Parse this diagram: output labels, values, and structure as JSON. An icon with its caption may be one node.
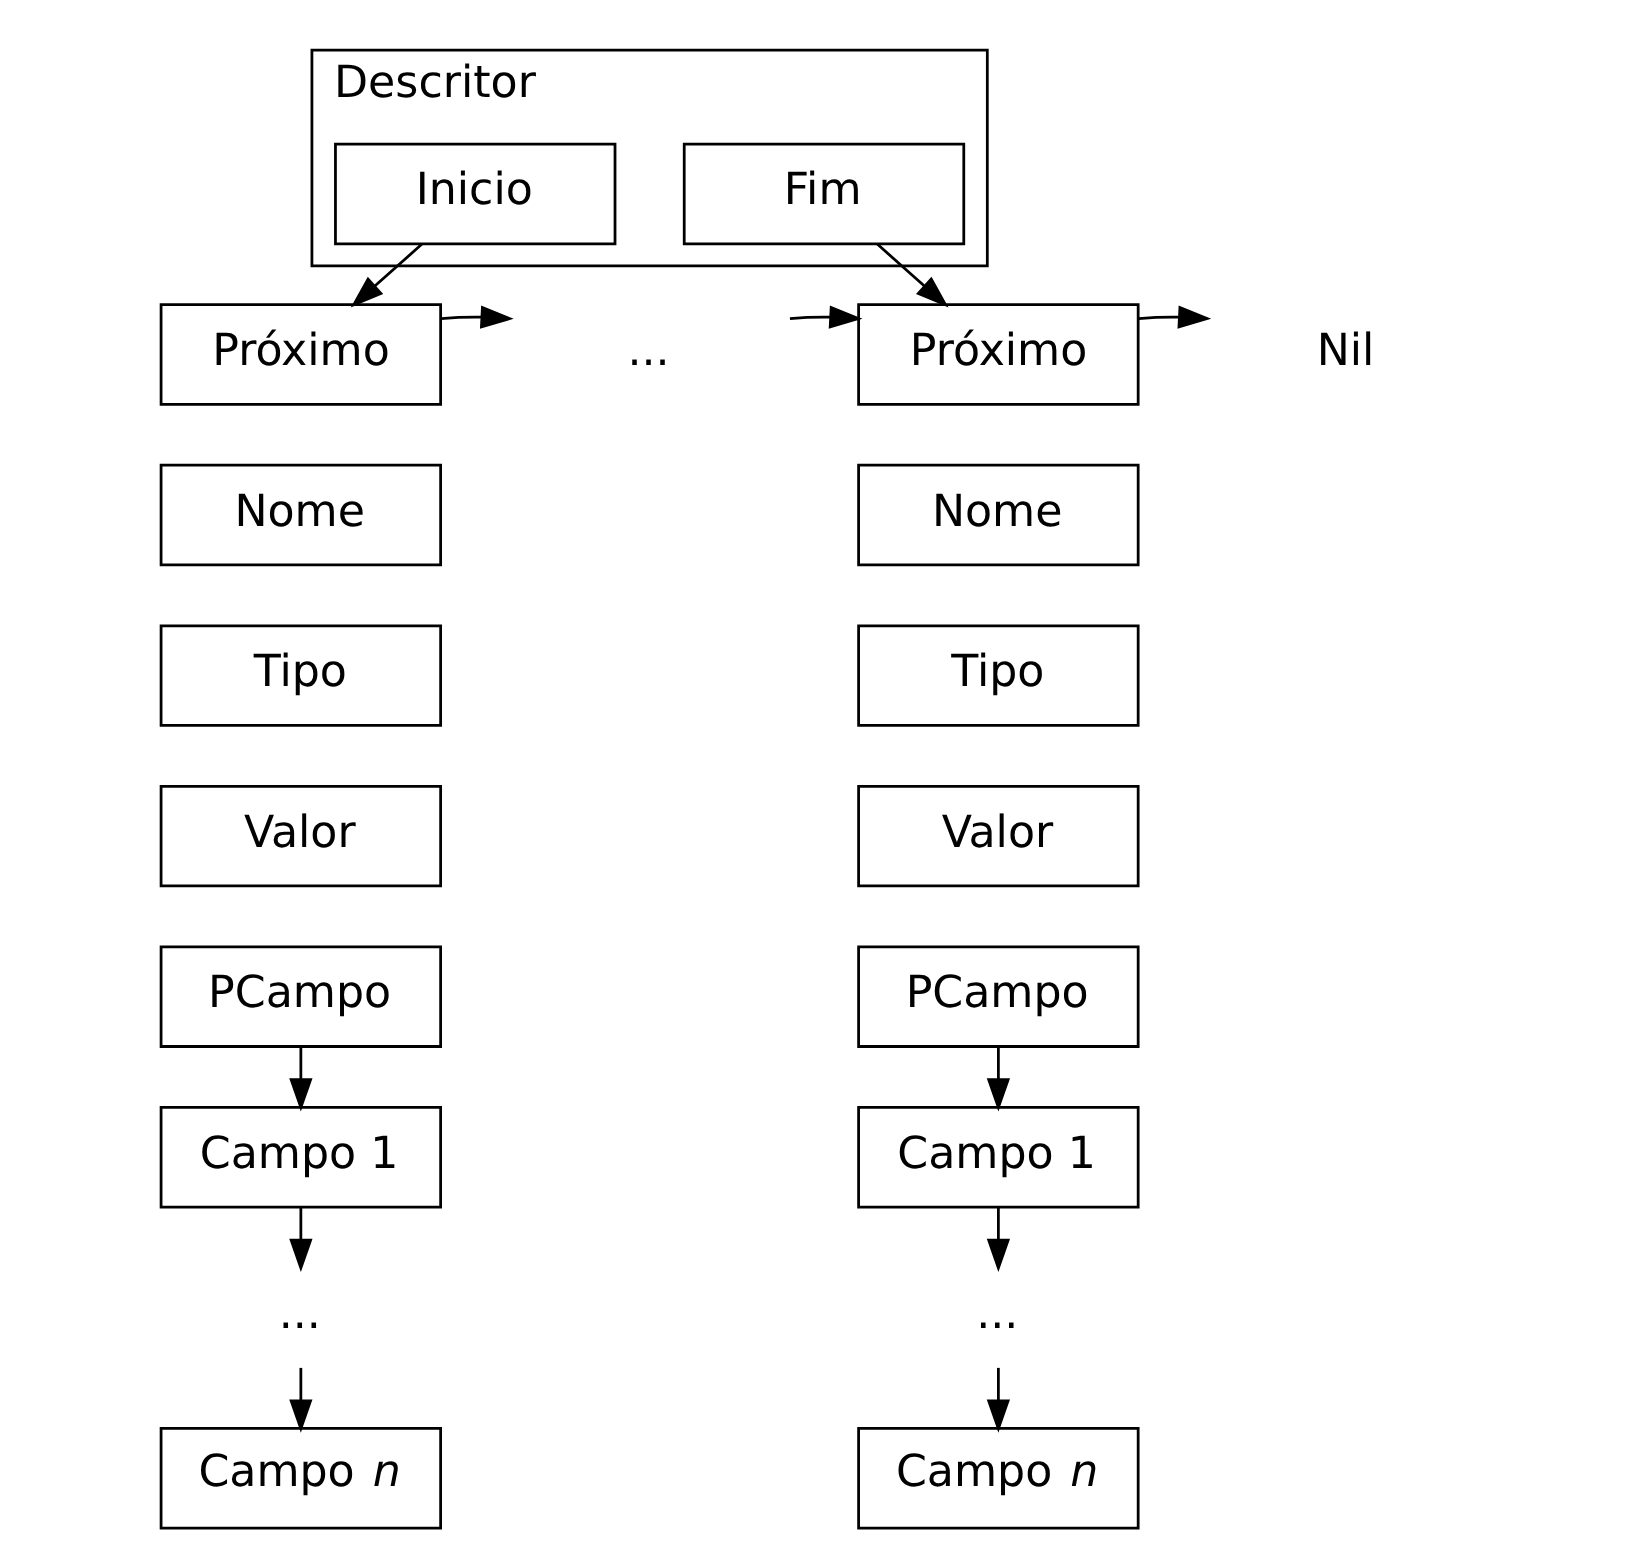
{
  "diagram": {
    "nodes": [
      {
        "text": [
          "Descritor"
        ]
      },
      {
        "text": [
          "Inicio"
        ],
        "in": 0
      },
      {
        "text": [
          "Fim"
        ],
        "in": 0
      },
      {
        "text": [
          "Próximo"
        ]
      },
      {
        "text": [
          "Nome"
        ]
      },
      {
        "text": [
          "Tipo"
        ]
      },
      {
        "text": [
          "Valor"
        ]
      },
      {
        "text": [
          "PCampo"
        ]
      },
      {
        "text": [
          "Campo 1"
        ]
      },
      {
        "text": [
          "..."
        ]
      },
      {
        "text": [
          "Campo *n*"
        ]
      },
      {
        "text": [
          "..."
        ]
      },
      {
        "text": [
          "Próximo"
        ]
      },
      {
        "text": [
          "Nome"
        ]
      },
      {
        "text": [
          "Tipo"
        ]
      },
      {
        "text": [
          "Valor"
        ]
      },
      {
        "text": [
          "PCampo"
        ]
      },
      {
        "text": [
          "Nil"
        ]
      },
      {
        "text": [
          "Campo 1"
        ]
      },
      {
        "text": [
          "..."
        ]
      },
      {
        "text": [
          "Campo *n*"
        ]
      }
    ],
    "edges": [
      {
        "from": 1,
        "to": 3,
        "arrow": "to"
      },
      {
        "from": 2,
        "to": 12,
        "arrow": "to"
      },
      {
        "from": 3,
        "to": 11,
        "arrow": "to"
      },
      {
        "from": 11,
        "to": 12,
        "arrow": "to"
      },
      {
        "from": 12,
        "to": 17,
        "arrow": "to"
      },
      {
        "from": 7,
        "to": 8,
        "arrow": "to"
      },
      {
        "from": 8,
        "to": 9,
        "arrow": "to"
      },
      {
        "from": 9,
        "to": 10,
        "arrow": "to"
      },
      {
        "from": 16,
        "to": 18,
        "arrow": "to"
      },
      {
        "from": 18,
        "to": 19,
        "arrow": "to"
      },
      {
        "from": 19,
        "to": 20,
        "arrow": "to"
      }
    ]
  }
}
